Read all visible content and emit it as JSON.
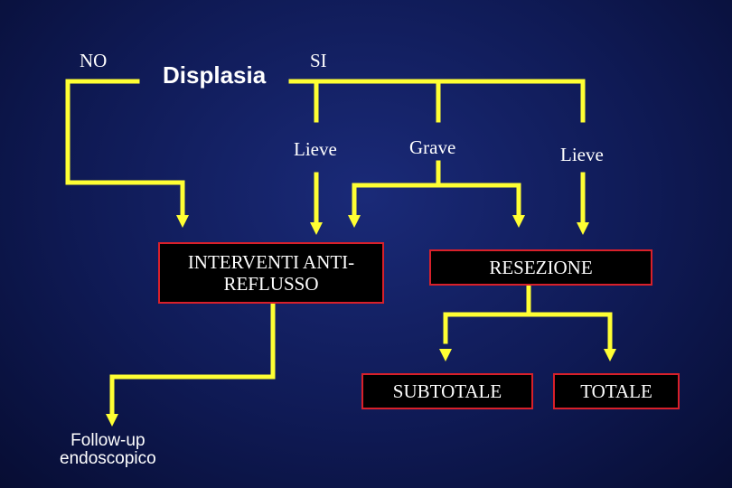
{
  "colors": {
    "background": "#0f1a55",
    "connector": "#ffff33",
    "box_border": "#d8202a",
    "box_fill": "#000000",
    "text": "#ffffff"
  },
  "labels": {
    "no": "NO",
    "displasia": "Displasia",
    "si": "SI",
    "lieve_1": "Lieve",
    "grave": "Grave",
    "lieve_2": "Lieve",
    "follow_up_line1": "Follow-up",
    "follow_up_line2": "endoscopico"
  },
  "boxes": {
    "interventi_line1": "INTERVENTI ANTI-",
    "interventi_line2": "REFLUSSO",
    "resezione": "RESEZIONE",
    "subtotale": "SUBTOTALE",
    "totale": "TOTALE"
  }
}
